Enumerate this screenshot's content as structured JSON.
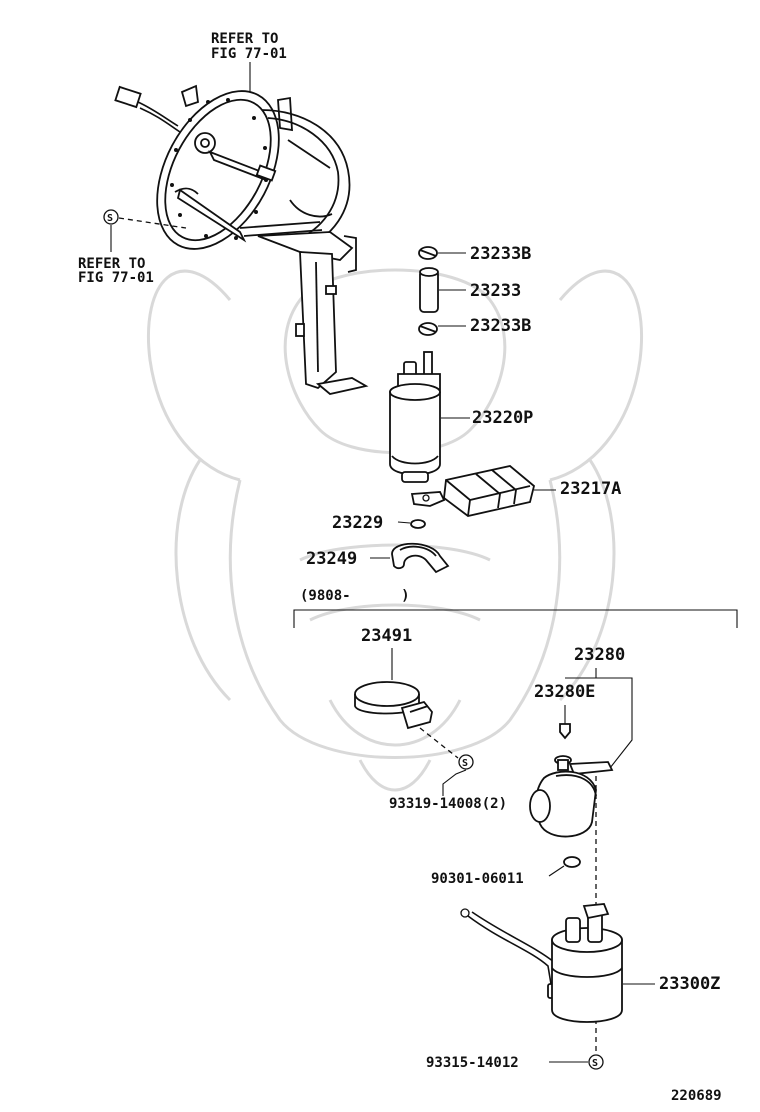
{
  "labels": {
    "refer_top_line1": "REFER TO",
    "refer_top_line2": "FIG 77-01",
    "refer_left_line1": "REFER TO",
    "refer_left_line2": "FIG 77-01",
    "p23233b_top": "23233B",
    "p23233": "23233",
    "p23233b_bottom": "23233B",
    "p23220p": "23220P",
    "p23217a": "23217A",
    "p23229": "23229",
    "p23249": "23249",
    "date_range": "(9808-      )",
    "p23491": "23491",
    "p23280": "23280",
    "p23280e": "23280E",
    "p93319": "93319-14008(2)",
    "p90301": "90301-06011",
    "p23300z": "23300Z",
    "p93315": "93315-14012",
    "figure_number": "220689"
  },
  "symbols": {
    "standard_part_letter": "S"
  },
  "colors": {
    "line": "#111111",
    "watermark": "#d9d9d9",
    "background": "#ffffff"
  }
}
